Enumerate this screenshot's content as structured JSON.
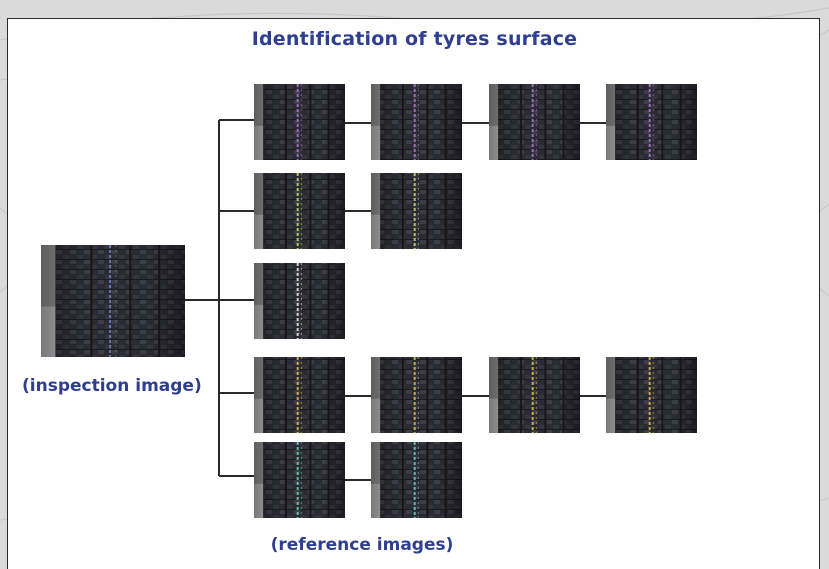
{
  "title": "Identification of tyres surface",
  "inspection_label": "(inspection image)",
  "reference_label": "(reference images)",
  "groove_colors": {
    "inspection": "#6d86c9",
    "group_1": "#b07ad0",
    "group_2": "#d8dc6c",
    "group_3": "#f0f0f0",
    "group_4": "#e2c24a",
    "group_5": "#6fd0c8"
  },
  "reference_rows": [
    {
      "group": "group_1",
      "count": 4
    },
    {
      "group": "group_2",
      "count": 2
    },
    {
      "group": "group_3",
      "count": 1
    },
    {
      "group": "group_4",
      "count": 4
    },
    {
      "group": "group_5",
      "count": 2
    }
  ]
}
